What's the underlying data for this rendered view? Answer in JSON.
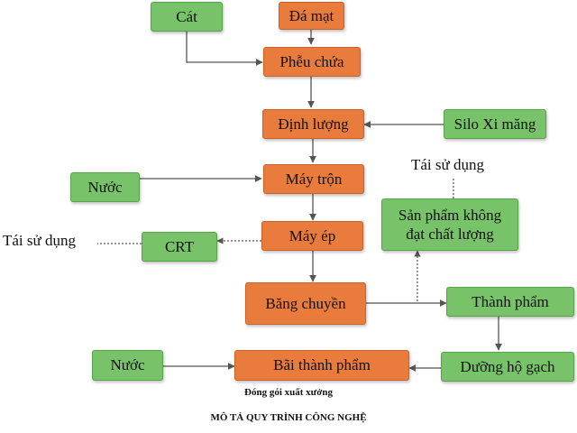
{
  "nodes": {
    "cat": "Cát",
    "da_mat": "Đá mạt",
    "pheu_chua": "Phễu chứa",
    "dinh_luong": "Định lượng",
    "silo": "Silo Xi măng",
    "nuoc_top": "Nước",
    "may_tron": "Máy trộn",
    "may_ep": "Máy ép",
    "crt": "CRT",
    "bang_chuyen": "Băng chuyền",
    "san_pham_loi_line1": "Sản phẩm không",
    "san_pham_loi_line2": "đạt chất lượng",
    "thanh_pham": "Thành phẩm",
    "duong_ho": "Dưỡng hộ gạch",
    "bai_thanh_pham": "Bãi thành phẩm",
    "nuoc_bottom": "Nước"
  },
  "labels": {
    "tai_su_dung_right": "Tái sử dụng",
    "tai_su_dung_left": "Tái sử dụng"
  },
  "captions": {
    "packaging": "Đóng gói xuất xưởng",
    "title": "MÔ TẢ QUY TRÌNH CÔNG NGHỆ"
  },
  "colors": {
    "process_box": "#e97c3c",
    "input_box": "#78c36a",
    "line": "#555555"
  }
}
